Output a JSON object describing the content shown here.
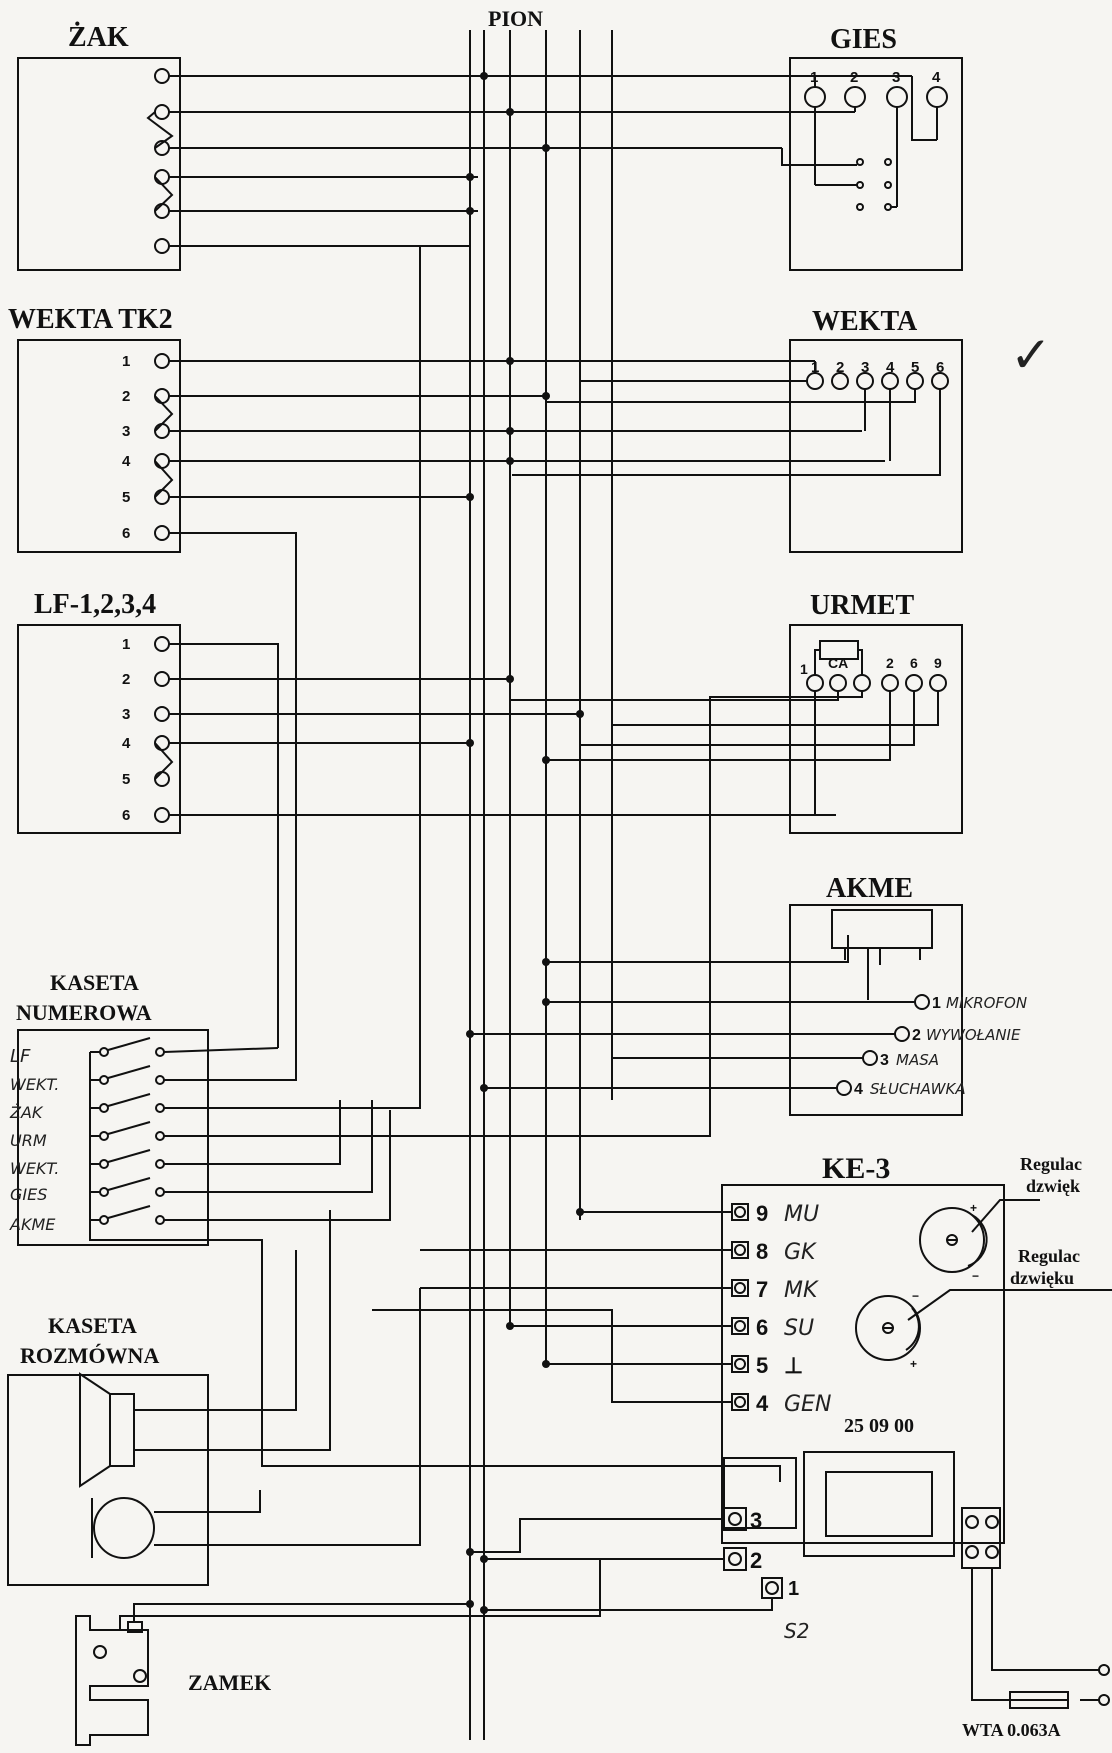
{
  "title": "PION",
  "blocks": {
    "zak": "ŻAK",
    "wekta_tk2": "WEKTA TK2",
    "lf": "LF-1,2,3,4",
    "gies": "GIES",
    "wekta": "WEKTA",
    "urmet": "URMET",
    "akme": "AKME",
    "kaseta_numerowa_1": "KASETA",
    "kaseta_numerowa_2": "NUMEROWA",
    "kaseta_rozmowna_1": "KASETA",
    "kaseta_rozmowna_2": "ROZMÓWNA",
    "ke3": "KE-3",
    "zamek": "ZAMEK"
  },
  "pins": {
    "wekta_tk2": [
      "1",
      "2",
      "3",
      "4",
      "5",
      "6"
    ],
    "lf": [
      "1",
      "2",
      "3",
      "4",
      "5",
      "6"
    ],
    "gies": [
      "1",
      "2",
      "3",
      "4"
    ],
    "wekta": [
      "1",
      "2",
      "3",
      "4",
      "5",
      "6"
    ],
    "urmet": [
      "1",
      "CA",
      "2",
      "6",
      "9"
    ]
  },
  "akme_terms": [
    {
      "num": "1",
      "label": "MIKROFON"
    },
    {
      "num": "2",
      "label": "WYWOŁANIE"
    },
    {
      "num": "3",
      "label": "MASA"
    },
    {
      "num": "4",
      "label": "SŁUCHAWKA"
    }
  ],
  "kaseta_numerowa_labels": [
    "LF",
    "WEKT.",
    "ŻAK",
    "URM",
    "WEKT.",
    "GIES",
    "AKME"
  ],
  "ke3_terms": [
    {
      "num": "9",
      "label": "MU"
    },
    {
      "num": "8",
      "label": "GK"
    },
    {
      "num": "7",
      "label": "MK"
    },
    {
      "num": "6",
      "label": "SU"
    },
    {
      "num": "5",
      "label": "⊥"
    },
    {
      "num": "4",
      "label": "GEN"
    }
  ],
  "ke3_lower_terms": [
    "3",
    "2",
    "1"
  ],
  "ke3_date": "25 09 00",
  "s2_label": "S2",
  "regulation_1_a": "Regulac",
  "regulation_1_b": "dzwięk",
  "regulation_2_a": "Regulac",
  "regulation_2_b": "dzwięku",
  "fuse_label": "WTA 0.063A",
  "checkmark": "✓"
}
